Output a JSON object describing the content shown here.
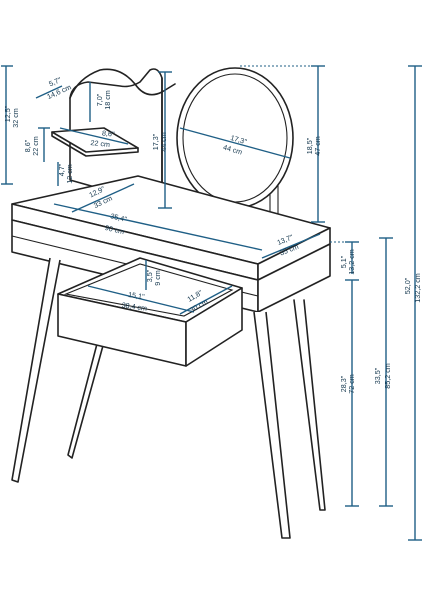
{
  "colors": {
    "dimension": "#1f5f86",
    "furniture": "#222222",
    "background": "#ffffff"
  },
  "dimensions": {
    "shelf_back_height": {
      "in": "12,5\"",
      "cm": "32 cm"
    },
    "shelf_depth": {
      "in": "5,7\"",
      "cm": "14,6 cm"
    },
    "shelf_to_top": {
      "in": "7,0\"",
      "cm": "18 cm"
    },
    "shelf_width": {
      "in": "8,6\"",
      "cm": "22 cm"
    },
    "shelf_height": {
      "in": "8,6\"",
      "cm": "22 cm"
    },
    "shelf_lower_gap": {
      "in": "4,7\"",
      "cm": "12 cm"
    },
    "mirror_height": {
      "in": "17,3\"",
      "cm": "44 cm"
    },
    "mirror_width": {
      "in": "17,3\"",
      "cm": "44 cm"
    },
    "mirror_total": {
      "in": "18,5\"",
      "cm": "47 cm"
    },
    "table_depth": {
      "in": "12,9\"",
      "cm": "33 cm"
    },
    "table_width": {
      "in": "35,4\"",
      "cm": "90 cm"
    },
    "table_side_depth": {
      "in": "13,7\"",
      "cm": "35 cm"
    },
    "drawer_height": {
      "in": "5,1\"",
      "cm": "13,2 cm"
    },
    "drawer_inner_height": {
      "in": "3,5\"",
      "cm": "9 cm"
    },
    "drawer_width": {
      "in": "15,1\"",
      "cm": "38,4 cm"
    },
    "drawer_depth": {
      "in": "11,8\"",
      "cm": "30 cm"
    },
    "leg_height": {
      "in": "28,3\"",
      "cm": "72 cm"
    },
    "table_total_height": {
      "in": "33,5\"",
      "cm": "85,2 cm"
    },
    "overall_height": {
      "in": "52,0\"",
      "cm": "132,2 cm"
    }
  }
}
